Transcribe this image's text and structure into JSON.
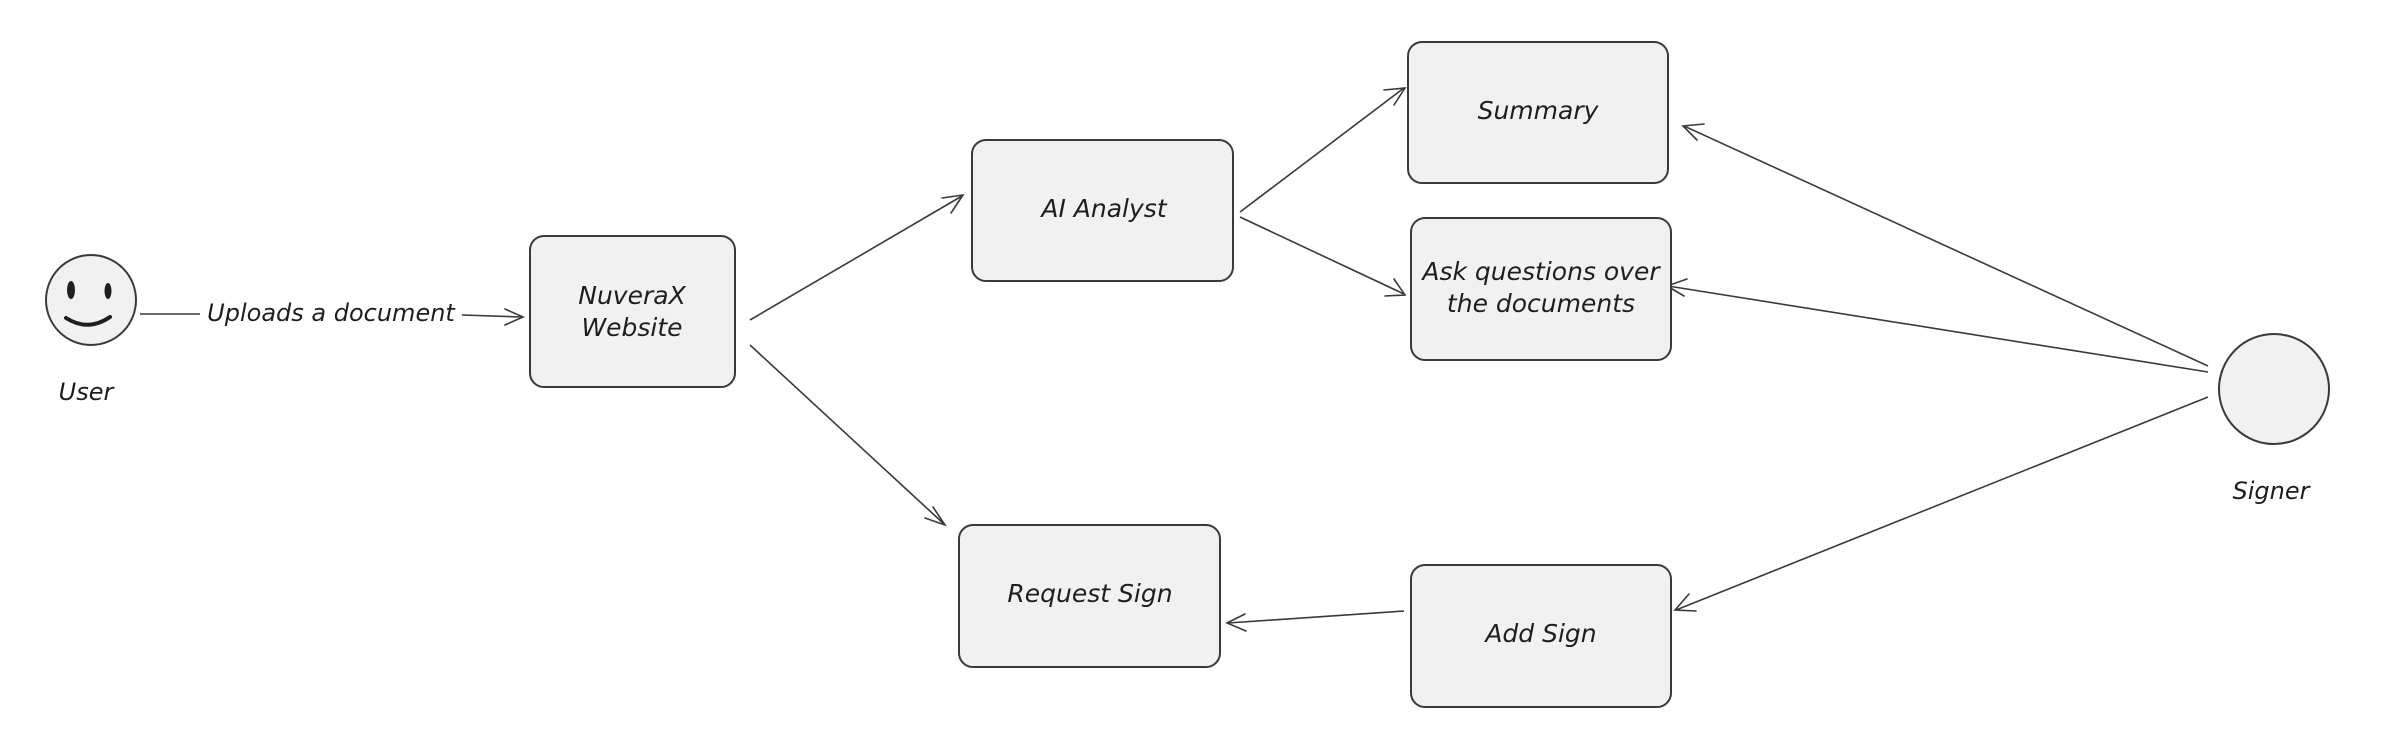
{
  "actors": {
    "user": {
      "label": "User"
    },
    "signer": {
      "label": "Signer"
    }
  },
  "nodes": {
    "website": {
      "lines": [
        "NuveraX",
        "Website"
      ]
    },
    "ai_analyst": {
      "lines": [
        "AI Analyst"
      ]
    },
    "summary": {
      "lines": [
        "Summary"
      ]
    },
    "ask_questions": {
      "lines": [
        "Ask questions over",
        "the documents"
      ]
    },
    "request_sign": {
      "lines": [
        "Request Sign"
      ]
    },
    "add_sign": {
      "lines": [
        "Add Sign"
      ]
    }
  },
  "edges": {
    "user_to_website": {
      "label": "Uploads a document"
    }
  },
  "colors": {
    "node_fill": "#f1f1f1",
    "stroke": "#3a3a3a",
    "text": "#1e1e1e"
  }
}
